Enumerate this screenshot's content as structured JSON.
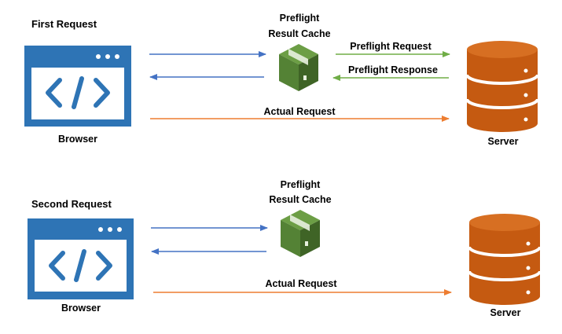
{
  "colors": {
    "browser": "#2e74b5",
    "cache": "#548235",
    "server": "#c55a11",
    "blue_arrow": "#4472c4",
    "orange_arrow": "#ed7d31",
    "green_arrow": "#70ad47"
  },
  "icons": {
    "browser": "code-window-icon",
    "cache": "package-box-icon",
    "server": "database-stack-icon"
  },
  "first": {
    "title": "First Request",
    "browser_label": "Browser",
    "cache_label_line1": "Preflight",
    "cache_label_line2": "Result Cache",
    "preflight_request": "Preflight Request",
    "preflight_response": "Preflight Response",
    "actual_request": "Actual Request",
    "server_label": "Server"
  },
  "second": {
    "title": "Second Request",
    "browser_label": "Browser",
    "cache_label_line1": "Preflight",
    "cache_label_line2": "Result Cache",
    "actual_request": "Actual Request",
    "server_label": "Server"
  }
}
